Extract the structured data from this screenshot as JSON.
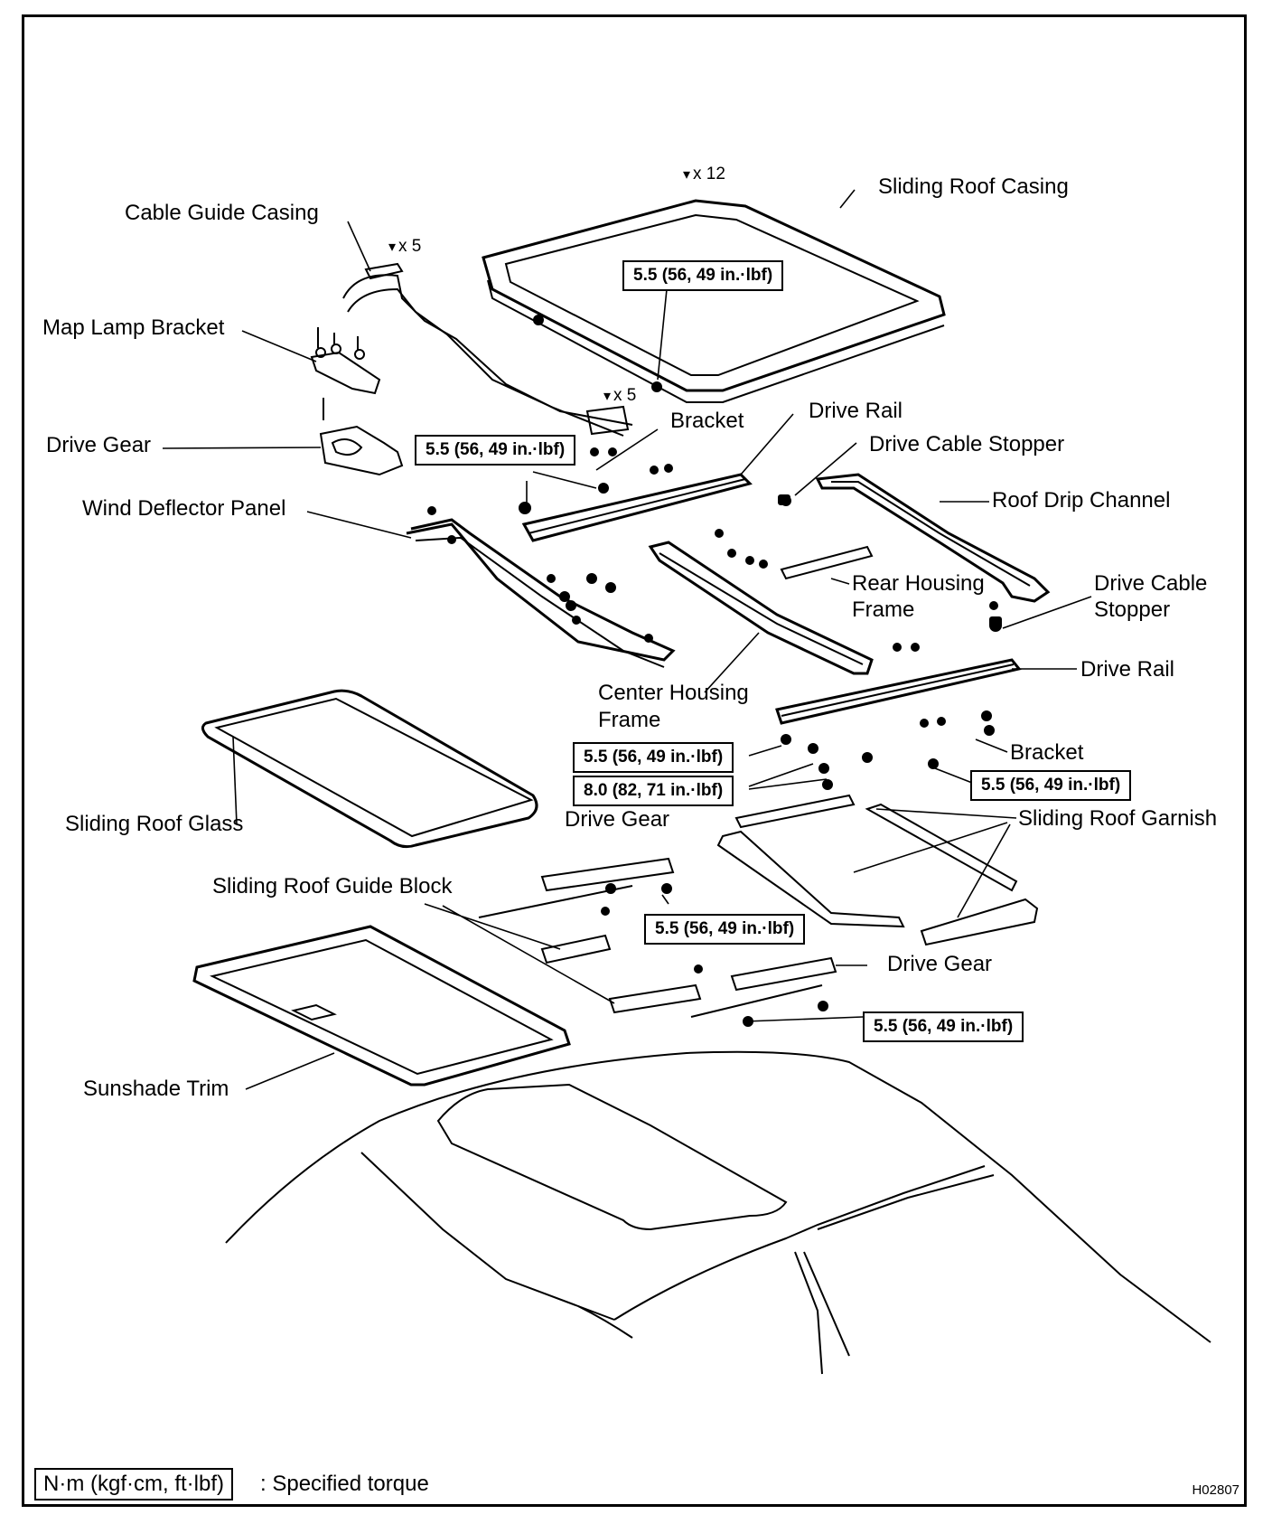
{
  "labels": {
    "sliding_roof_casing": "Sliding Roof Casing",
    "cable_guide_casing": "Cable Guide Casing",
    "map_lamp_bracket": "Map Lamp Bracket",
    "drive_gear_1": "Drive Gear",
    "wind_deflector_panel": "Wind Deflector Panel",
    "bracket_1": "Bracket",
    "drive_rail_1": "Drive Rail",
    "drive_cable_stopper_1": "Drive Cable Stopper",
    "roof_drip_channel": "Roof Drip Channel",
    "rear_housing_frame_1": "Rear Housing",
    "rear_housing_frame_2": "Frame",
    "drive_cable_stopper_2a": "Drive Cable",
    "drive_cable_stopper_2b": "Stopper",
    "drive_rail_2": "Drive Rail",
    "center_housing_frame_1": "Center Housing",
    "center_housing_frame_2": "Frame",
    "bracket_2": "Bracket",
    "sliding_roof_glass": "Sliding Roof Glass",
    "drive_gear_2": "Drive Gear",
    "sliding_roof_garnish": "Sliding Roof Garnish",
    "sliding_roof_guide_block": "Sliding Roof Guide Block",
    "drive_gear_3": "Drive Gear",
    "sunshade_trim": "Sunshade Trim"
  },
  "torques": {
    "t1": "5.5 (56, 49 in.·lbf)",
    "t2": "5.5 (56, 49 in.·lbf)",
    "t3": "5.5 (56, 49 in.·lbf)",
    "t4": "8.0 (82, 71 in.·lbf)",
    "t5": "5.5 (56, 49 in.·lbf)",
    "t6": "5.5 (56, 49 in.·lbf)",
    "t7": "5.5 (56, 49 in.·lbf)"
  },
  "quantities": {
    "q12": "x 12",
    "q5a": "x 5",
    "q5b": "x 5"
  },
  "legend": {
    "unit": "N·m (kgf·cm, ft·lbf)",
    "text": ": Specified torque"
  },
  "figure_code": "H02807"
}
